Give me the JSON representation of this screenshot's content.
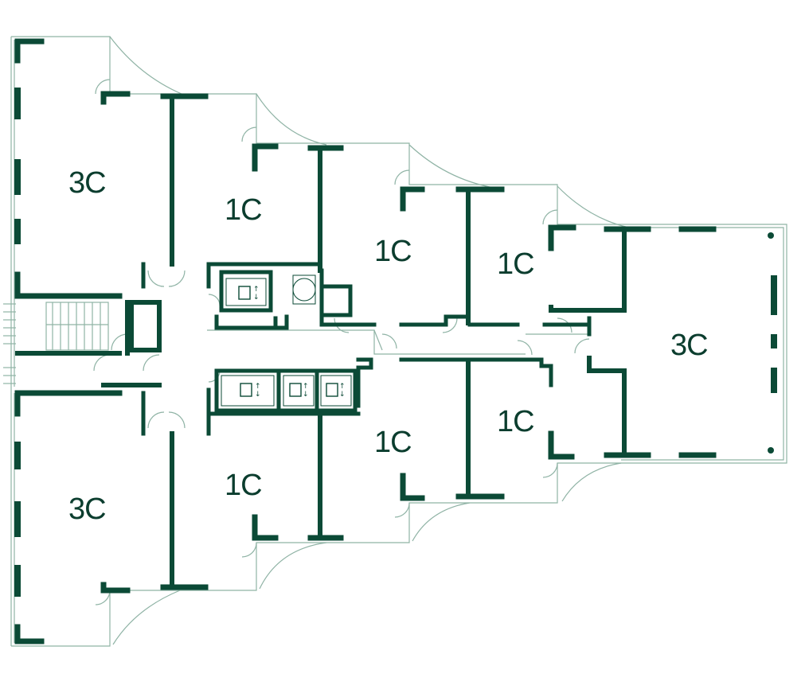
{
  "colors": {
    "wall": "#0b4a36",
    "thin_line": "#8fb3a5",
    "label": "#0b3d2e",
    "background": "#ffffff"
  },
  "units": [
    {
      "id": "u-nw",
      "label": "3C"
    },
    {
      "id": "u-n1",
      "label": "1C"
    },
    {
      "id": "u-n2",
      "label": "1C"
    },
    {
      "id": "u-n3",
      "label": "1C"
    },
    {
      "id": "u-e",
      "label": "3C"
    },
    {
      "id": "u-s3",
      "label": "1C"
    },
    {
      "id": "u-s2",
      "label": "1C"
    },
    {
      "id": "u-s1",
      "label": "1C"
    },
    {
      "id": "u-sw",
      "label": "3C"
    }
  ],
  "icons": {
    "elevator": "elevator-icon",
    "stairs": "staircase-icon",
    "door": "door-swing-icon",
    "window": "window-icon"
  }
}
